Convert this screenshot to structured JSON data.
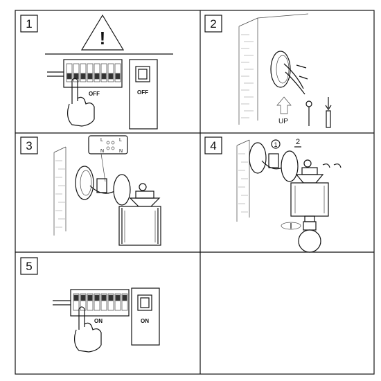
{
  "steps": [
    {
      "number": "1",
      "switch_label": "OFF",
      "breaker_label": "OFF",
      "warning_symbol": "!"
    },
    {
      "number": "2",
      "up_label": "UP"
    },
    {
      "number": "3",
      "terminal_labels": [
        "L",
        "N",
        "L",
        "N"
      ]
    },
    {
      "number": "4",
      "callouts": [
        "1",
        "2"
      ]
    },
    {
      "number": "5",
      "switch_label": "ON",
      "breaker_label": "ON"
    }
  ],
  "icons": [
    "warning-triangle-icon",
    "hand-icon",
    "up-arrow-icon",
    "screw-icon",
    "wall-plug-icon",
    "rotate-arrow-icon",
    "light-bulb-icon"
  ]
}
